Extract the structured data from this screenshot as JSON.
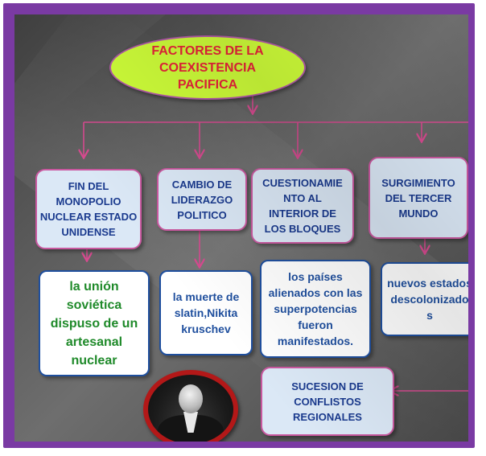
{
  "title": "FACTORES DE LA COEXISTENCIA PACIFICA",
  "categories": [
    {
      "label": "FIN DEL\nMONOPOLIO\nNUCLEAR ESTADO\nUNIDENSE"
    },
    {
      "label": "CAMBIO DE\nLIDERAZGO\nPOLITICO"
    },
    {
      "label": "CUESTIONAMIE\nNTO AL\nINTERIOR  DE\nLOS BLOQUES"
    },
    {
      "label": "SURGIMIENTO\nDEL TERCER\nMUNDO"
    }
  ],
  "details": [
    {
      "text": "la unión\nsoviética\ndispuso de un\nartesanal\nnuclear"
    },
    {
      "text": "la muerte de\nslatin,Nikita\nkruschev"
    },
    {
      "text": "los países\nalienados con las\nsuperpotencias\nfueron\nmanifestados."
    },
    {
      "text": "nuevos estados\ndescolonizado\ns"
    }
  ],
  "extra": {
    "label": "SUCESION DE\nCONFLISTOS\nREGIONALES"
  },
  "colors": {
    "frame": "#7a3aa3",
    "title_fill": "#cfff39",
    "title_text": "#e8243a",
    "category_fill": "#dbe8f6",
    "category_text": "#1a3a8e",
    "connector": "#d64a8f",
    "detail_green_text": "#1f8a2a",
    "detail_blue_text": "#1f4f9e"
  },
  "icons": {
    "portrait": "portrait-photo"
  }
}
